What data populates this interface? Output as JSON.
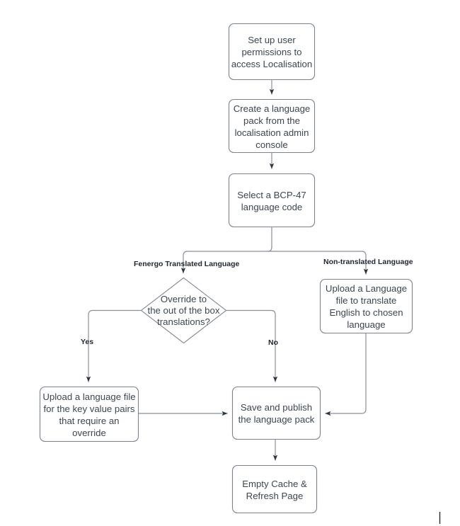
{
  "diagram": {
    "type": "flowchart",
    "orientation": "top-to-bottom",
    "stroke_color": "#6b7480",
    "text_color": "#3c4650",
    "label_color": "#1f2730",
    "background_color": "#ffffff",
    "nodes": [
      {
        "id": "setup-permissions",
        "shape": "rounded-rectangle",
        "text": "Set up user\npermissions to\naccess Localisation"
      },
      {
        "id": "create-language-pack",
        "shape": "rounded-rectangle",
        "text": "Create a language\npack from the\nlocalisation admin\nconsole"
      },
      {
        "id": "select-bcp47",
        "shape": "rounded-rectangle",
        "text": "Select a BCP-47\nlanguage code"
      },
      {
        "id": "override-decision",
        "shape": "diamond",
        "text": "Override to\nthe out of the box\ntranslations?"
      },
      {
        "id": "upload-nontranslated",
        "shape": "rounded-rectangle",
        "text": "Upload a Language\nfile to translate\nEnglish to chosen\nlanguage"
      },
      {
        "id": "upload-override",
        "shape": "rounded-rectangle",
        "text": "Upload a language file\nfor the key value pairs\nthat require an\noverride"
      },
      {
        "id": "save-publish",
        "shape": "rounded-rectangle",
        "text": "Save and publish\nthe language pack"
      },
      {
        "id": "empty-cache",
        "shape": "rounded-rectangle",
        "text": "Empty Cache &\nRefresh Page"
      }
    ],
    "edge_labels": [
      {
        "id": "fenergo-translated",
        "text": "Fenergo Translated Language"
      },
      {
        "id": "non-translated",
        "text": "Non-translated Language"
      },
      {
        "id": "yes",
        "text": "Yes"
      },
      {
        "id": "no",
        "text": "No"
      }
    ]
  }
}
